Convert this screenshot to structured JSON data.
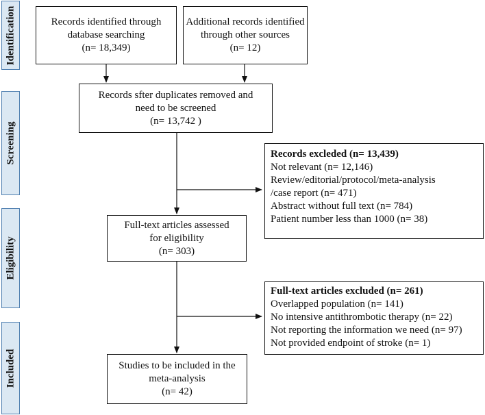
{
  "stages": [
    "Identification",
    "Screening",
    "Eligibility",
    "Included"
  ],
  "boxes": {
    "database": [
      "Records identified through",
      "database searching",
      "(n= 18,349)"
    ],
    "other": [
      "Additional records identified",
      "through other sources",
      "(n= 12)"
    ],
    "duplicates": [
      "Records sfter duplicates removed and",
      "need to be screened",
      "(n= 13,742 )"
    ],
    "excluded_records": {
      "title": "Records excleded (n= 13,439)",
      "items": [
        "Not relevant (n= 12,146)",
        "Review/editorial/protocol/meta-analysis",
        "/case report (n= 471)",
        "Abstract without full text (n= 784)",
        "Patient number less than 1000 (n= 38)"
      ]
    },
    "fulltext": [
      "Full-text articles assessed",
      "for eligibility",
      "(n= 303)"
    ],
    "excluded_fulltext": {
      "title": "Full-text articles excluded (n= 261)",
      "items": [
        "Overlapped population (n= 141)",
        "No intensive antithrombotic therapy (n= 22)",
        "Not reporting the information we need (n= 97)",
        "Not provided endpoint of stroke (n= 1)"
      ]
    },
    "included": [
      "Studies to be included in the",
      "meta-analysis",
      "(n= 42)"
    ]
  }
}
